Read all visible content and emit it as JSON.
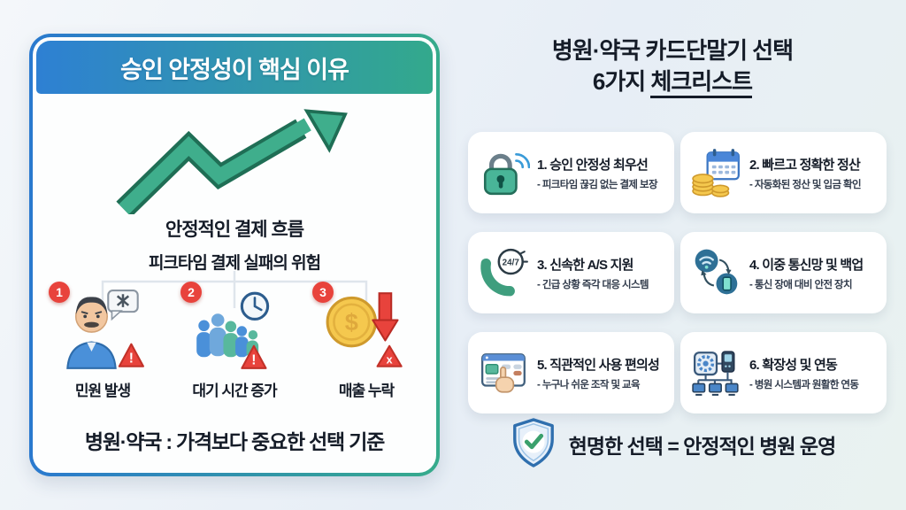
{
  "left_panel": {
    "header_title": "승인 안정성이 핵심 이유",
    "flow_caption": "안정적인 결제 흐름",
    "risk_heading": "피크타임 결제 실패의 위험",
    "risks": [
      {
        "number": "1",
        "label": "민원 발생",
        "icon": "angry-customer-icon",
        "warning_mark": "!"
      },
      {
        "number": "2",
        "label": "대기 시간 증가",
        "icon": "crowd-clock-icon",
        "warning_mark": "!"
      },
      {
        "number": "3",
        "label": "매출 누락",
        "icon": "coin-drop-icon",
        "warning_mark": "x",
        "coin_symbol": "$"
      }
    ],
    "footer_note": "병원·약국 : 가격보다 중요한 선택 기준"
  },
  "right_panel": {
    "title_line1": "병원·약국 카드단말기 선택",
    "title_line2_prefix": "6가지 ",
    "title_line2_underlined": "체크리스트",
    "checklist": [
      {
        "title": "1. 승인 안정성 최우선",
        "subtitle": "- 피크타임 끊김 없는 결제 보장",
        "icon": "lock-signal-icon"
      },
      {
        "title": "2. 빠르고 정확한 정산",
        "subtitle": "- 자동화된 정산 및 입금 확인",
        "icon": "calendar-coins-icon"
      },
      {
        "title": "3. 신속한 A/S 지원",
        "subtitle": "- 긴급 상황 즉각 대응 시스템",
        "icon": "phone-support-icon",
        "badge": "24/7"
      },
      {
        "title": "4. 이중 통신망 및 백업",
        "subtitle": "- 통신 장애 대비 안전 장치",
        "icon": "dual-network-icon"
      },
      {
        "title": "5. 직관적인 사용 편의성",
        "subtitle": "- 누구나 쉬운 조작 및 교육",
        "icon": "touch-interface-icon"
      },
      {
        "title": "6. 확장성 및 연동",
        "subtitle": "- 병원 시스템과 원활한 연동",
        "icon": "system-link-icon"
      }
    ],
    "conclusion": "현명한 선택 = 안정적인 병원 운영"
  },
  "colors": {
    "header_gradient_start": "#2e80d3",
    "header_gradient_end": "#33a98c",
    "accent_red": "#e8433c",
    "accent_green": "#3fae8c",
    "text_dark": "#151c28",
    "background": "#e9eff6"
  }
}
